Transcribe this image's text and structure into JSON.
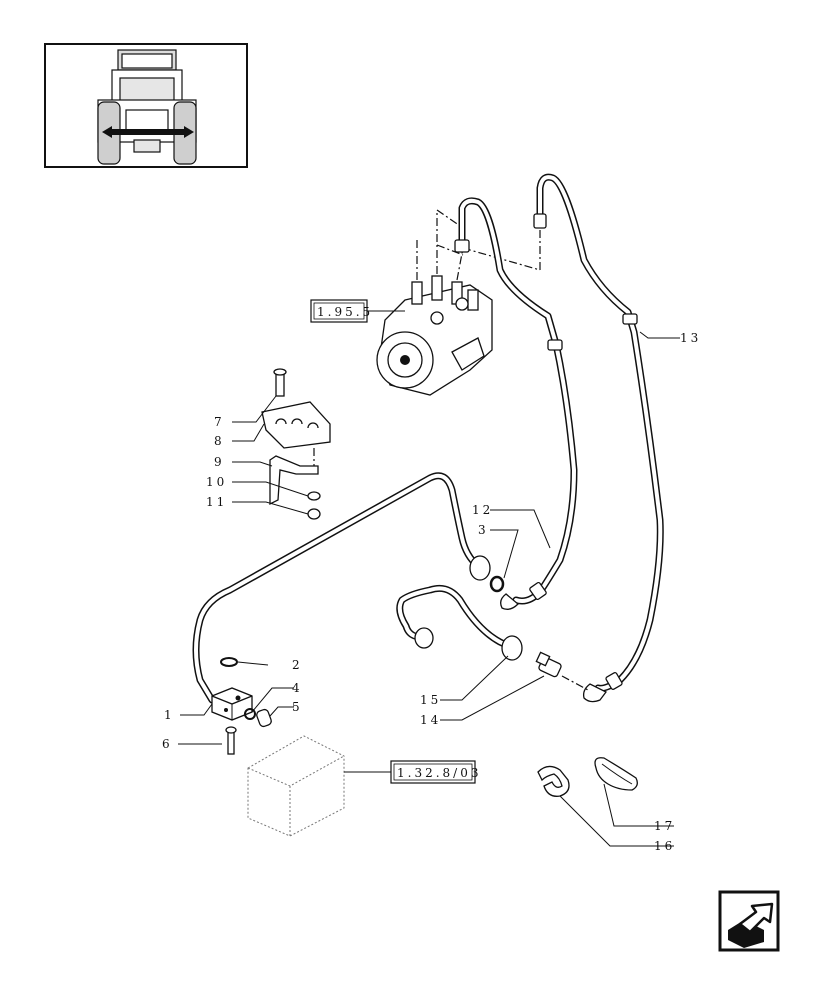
{
  "thumbnail": {
    "alt": "tractor-front-view"
  },
  "references": {
    "steering_unit": "1.95.5",
    "battery": "1.32.8/03"
  },
  "callouts": {
    "c1": "1",
    "c2": "2",
    "c3": "3",
    "c4": "4",
    "c5": "5",
    "c6": "6",
    "c7": "7",
    "c8": "8",
    "c9": "9",
    "c10": "10",
    "c11": "11",
    "c12": "12",
    "c13": "13",
    "c14": "14",
    "c15": "15",
    "c16": "16",
    "c17": "17"
  },
  "nav": {
    "icon": "next-page-arrow-icon"
  }
}
